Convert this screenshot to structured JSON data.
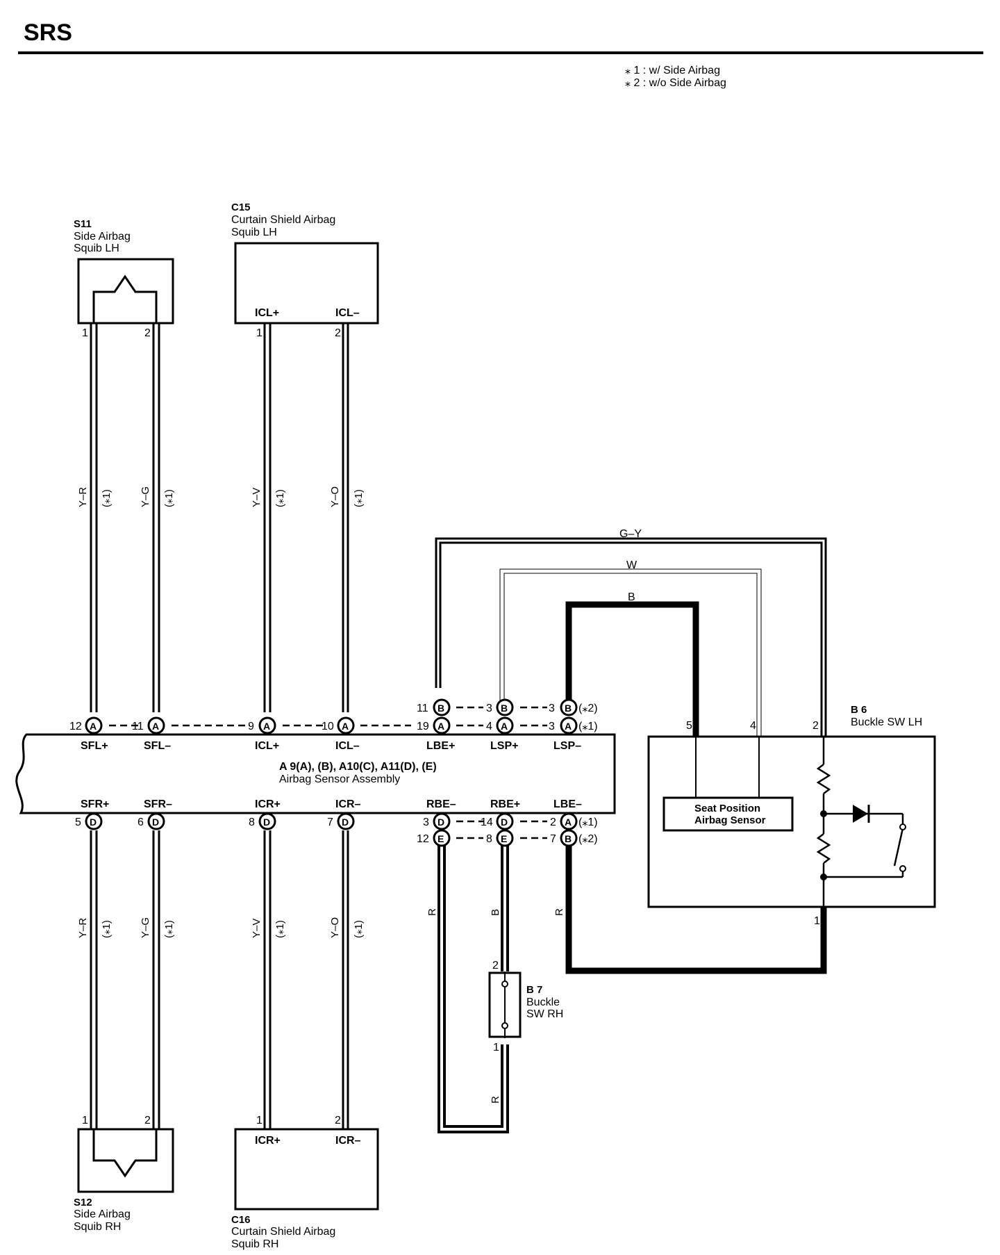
{
  "page": {
    "title": "SRS"
  },
  "notes": [
    "⁎ 1 : w/ Side Airbag",
    "⁎ 2 : w/o Side Airbag"
  ],
  "components": {
    "s11": {
      "code": "S11",
      "line1": "Side Airbag",
      "line2": "Squib LH",
      "pins": [
        "1",
        "2"
      ]
    },
    "c15": {
      "code": "C15",
      "line1": "Curtain Shield Airbag",
      "line2": "Squib LH",
      "term1": "ICL+",
      "term2": "ICL–",
      "pins": [
        "1",
        "2"
      ]
    },
    "s12": {
      "code": "S12",
      "line1": "Side Airbag",
      "line2": "Squib RH",
      "pins": [
        "1",
        "2"
      ]
    },
    "c16": {
      "code": "C16",
      "line1": "Curtain Shield Airbag",
      "line2": "Squib RH",
      "term1": "ICR+",
      "term2": "ICR–",
      "pins": [
        "1",
        "2"
      ]
    },
    "a9": {
      "line1": "A 9(A), (B), A10(C), A11(D), (E)",
      "line2": "Airbag Sensor Assembly"
    },
    "b6": {
      "code": "B 6",
      "name": "Buckle SW LH",
      "pins": [
        "5",
        "4",
        "2",
        "1"
      ]
    },
    "seat_sensor": {
      "line1": "Seat Position",
      "line2": "Airbag Sensor"
    },
    "b7": {
      "code": "B 7",
      "line1": "Buckle",
      "line2": "SW RH",
      "pins": [
        "2",
        "1"
      ]
    }
  },
  "top_terminals": [
    "SFL+",
    "SFL–",
    "ICL+",
    "ICL–",
    "LBE+",
    "LSP+",
    "LSP–"
  ],
  "bottom_terminals": [
    "SFR+",
    "SFR–",
    "ICR+",
    "ICR–",
    "RBE–",
    "RBE+",
    "LBE–"
  ],
  "top_connectors": [
    {
      "pin": "12",
      "letter": "A"
    },
    {
      "pin": "11",
      "letter": "A"
    },
    {
      "pin": "9",
      "letter": "A"
    },
    {
      "pin": "10",
      "letter": "A"
    },
    {
      "pin": "19",
      "letter": "A"
    },
    {
      "pin": "4",
      "letter": "A"
    },
    {
      "pin": "3",
      "letter": "A",
      "note": "(⁎1)"
    },
    {
      "pin": "11",
      "letter": "B"
    },
    {
      "pin": "3",
      "letter": "B"
    },
    {
      "pin": "3",
      "letter": "B",
      "note": "(⁎2)"
    }
  ],
  "bottom_connectors": [
    {
      "pin": "5",
      "letter": "D"
    },
    {
      "pin": "6",
      "letter": "D"
    },
    {
      "pin": "8",
      "letter": "D"
    },
    {
      "pin": "7",
      "letter": "D"
    },
    {
      "pin": "3",
      "letter": "D"
    },
    {
      "pin": "14",
      "letter": "D"
    },
    {
      "pin": "2",
      "letter": "A",
      "note": "(⁎1)"
    },
    {
      "pin": "12",
      "letter": "E"
    },
    {
      "pin": "8",
      "letter": "E"
    },
    {
      "pin": "7",
      "letter": "B",
      "note": "(⁎2)"
    }
  ],
  "wire_colors": {
    "upper": [
      {
        "color": "Y–R",
        "note": "(⁎1)"
      },
      {
        "color": "Y–G",
        "note": "(⁎1)"
      },
      {
        "color": "Y–V",
        "note": "(⁎1)"
      },
      {
        "color": "Y–O",
        "note": "(⁎1)"
      }
    ],
    "lower": [
      {
        "color": "Y–R",
        "note": "(⁎1)"
      },
      {
        "color": "Y–G",
        "note": "(⁎1)"
      },
      {
        "color": "Y–V",
        "note": "(⁎1)"
      },
      {
        "color": "Y–O",
        "note": "(⁎1)"
      }
    ],
    "gy": "G–Y",
    "w": "W",
    "b": "B",
    "r_left": "R",
    "b_mid": "B",
    "r_right": "R",
    "r_low": "R"
  }
}
